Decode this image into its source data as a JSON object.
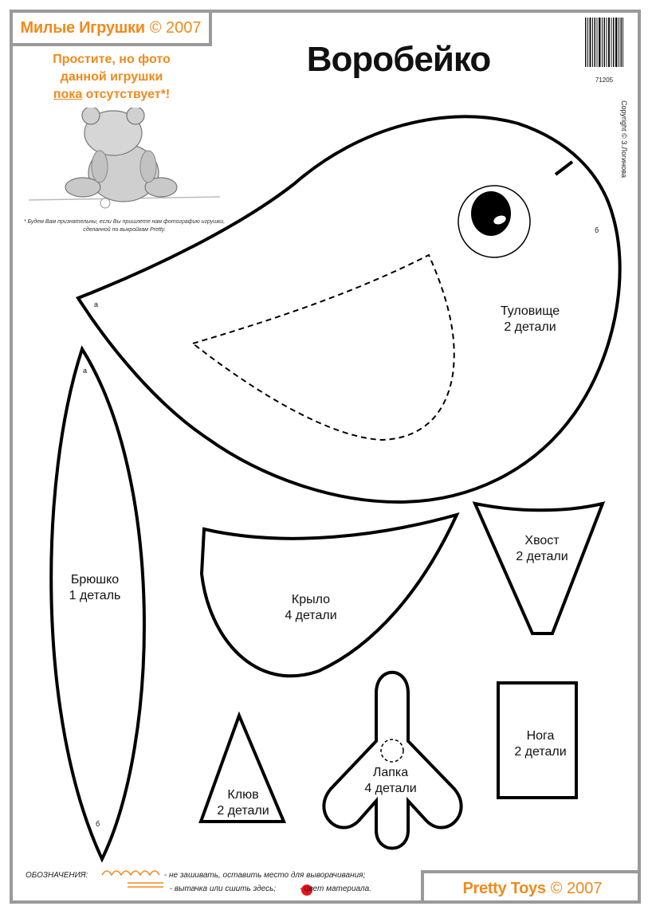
{
  "header": {
    "brand_name": "Милые Игрушки",
    "brand_year": "© 2007",
    "title": "Воробейко",
    "barcode_number": "71205",
    "copyright": "Copyright © З.Логинова"
  },
  "notice": {
    "line1": "Простите, но фото",
    "line2": "данной игрушки",
    "line3_underlined": "пока",
    "line3_rest": " отсутствует*!",
    "footnote_line1": "* Будем Вам признательны, если Вы пришлете нам фотографию игрушки,",
    "footnote_line2": "сделанной по выкройкам Pretty."
  },
  "pieces": {
    "body": {
      "name": "Туловище",
      "count": "2 детали"
    },
    "belly": {
      "name": "Брюшко",
      "count": "1 деталь"
    },
    "wing": {
      "name": "Крыло",
      "count": "4 детали"
    },
    "tail": {
      "name": "Хвост",
      "count": "2 детали"
    },
    "beak": {
      "name": "Клюв",
      "count": "2 детали"
    },
    "paw": {
      "name": "Лапка",
      "count": "4 детали"
    },
    "leg": {
      "name": "Нога",
      "count": "2 детали"
    }
  },
  "marks": {
    "a": "а",
    "b": "б"
  },
  "legend": {
    "heading": "ОБОЗНАЧЕНИЯ:",
    "open_seam": "- не зашивать, оставить место  для выворачивания;",
    "dart": "- вытачка или сшить здесь;",
    "fabric_color": "- цвет материала."
  },
  "footer": {
    "brand_name": "Pretty Toys",
    "brand_year": "© 2007"
  },
  "colors": {
    "accent": "#f08a1c",
    "frame": "#9a9a9a",
    "fabric_dot": "#e8141c"
  },
  "icons": [
    "teddy-bear-image",
    "barcode-image",
    "sparrow-eye-icon"
  ]
}
